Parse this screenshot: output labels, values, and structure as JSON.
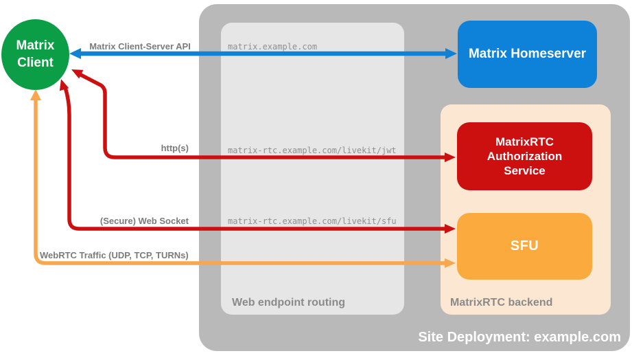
{
  "site": {
    "label": "Site Deployment: example.com"
  },
  "client": {
    "label": "Matrix Client",
    "color": "#0b9e47"
  },
  "homeserver": {
    "label": "Matrix Homeserver",
    "color": "#0e82d8"
  },
  "auth_service": {
    "label": "MatrixRTC Authorization Service",
    "color": "#cc1010"
  },
  "sfu": {
    "label": "SFU",
    "color": "#fbab3e"
  },
  "routing": {
    "label": "Web endpoint routing",
    "endpoints": [
      "matrix.example.com",
      "matrix-rtc.example.com/livekit/jwt",
      "matrix-rtc.example.com/livekit/sfu"
    ]
  },
  "backend": {
    "label": "MatrixRTC backend"
  },
  "connections": {
    "client_server_api": {
      "label": "Matrix Client-Server API",
      "color": "#0e82d8"
    },
    "https": {
      "label": "http(s)",
      "color": "#cc1010"
    },
    "websocket": {
      "label": "(Secure) Web Socket",
      "color": "#cc1010"
    },
    "webrtc": {
      "label": "WebRTC Traffic (UDP, TCP, TURNs)",
      "color": "#f8a74e"
    }
  },
  "colors": {
    "site_container": "#b9b9b9",
    "routing_group": "#e6e6e6",
    "backend_group": "#fce8d2"
  }
}
